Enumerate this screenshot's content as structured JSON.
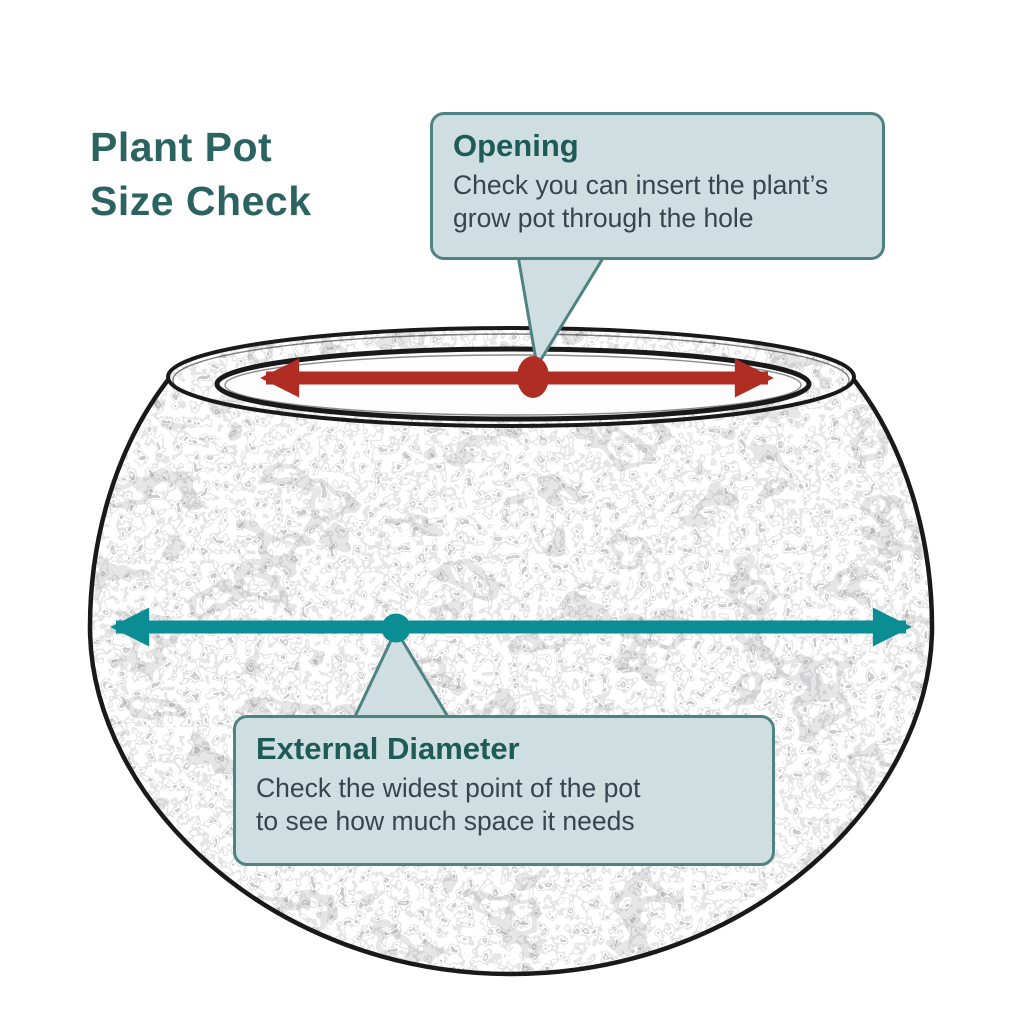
{
  "title": {
    "lines": [
      "Plant Pot",
      "Size Check"
    ]
  },
  "callouts": {
    "opening": {
      "heading": "Opening",
      "body_lines": [
        "Check you can insert the plant’s",
        "grow pot through the hole"
      ]
    },
    "external_diameter": {
      "heading": "External Diameter",
      "body_lines": [
        "Check the widest point of the pot",
        "to see how much space it needs"
      ]
    }
  },
  "diagram": {
    "subject": "round plant pot sketch",
    "markers": [
      {
        "name": "opening-arrow",
        "color_key": "arrow-red",
        "meaning": "inner opening width at pot rim"
      },
      {
        "name": "external-diameter-arrow",
        "color_key": "arrow-teal",
        "meaning": "widest external point of the pot"
      }
    ]
  },
  "colors": {
    "title-teal": "#2a6360",
    "heading-teal": "#1e5b57",
    "body-text": "#35464d",
    "callout-bg": "#cfdee1",
    "callout-border": "#4e8382",
    "arrow-red": "#b02d24",
    "arrow-teal": "#0a8e93",
    "sketch-line": "#191919"
  }
}
